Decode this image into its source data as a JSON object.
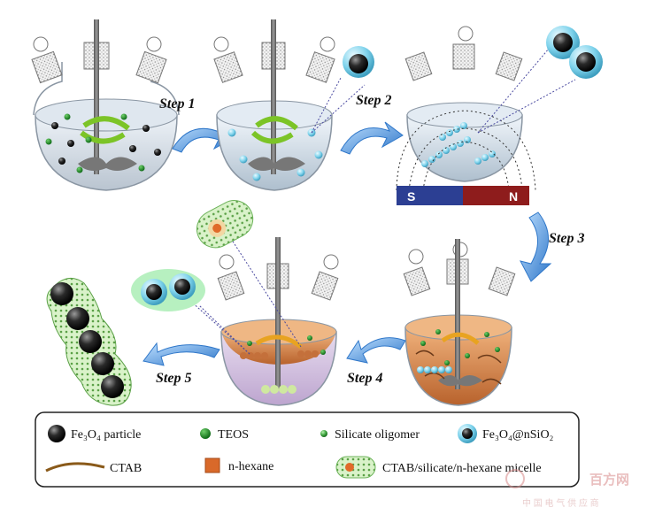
{
  "steps": [
    "Step 1",
    "Step 2",
    "Step 3",
    "Step 4",
    "Step 5"
  ],
  "magnet": {
    "south": "S",
    "north": "N"
  },
  "legend": {
    "fe3o4_particle": "Fe₃O₄ particle",
    "teos": "TEOS",
    "silicate_oligomer": "Silicate oligomer",
    "fe3o4_nsio2": "Fe₃O₄@nSiO₂",
    "ctab": "CTAB",
    "n_hexane": "n-hexane",
    "micelle": "CTAB/silicate/n-hexane micelle"
  },
  "watermark": {
    "main": "百方网",
    "sub": "中 国 电 气 供 应 商"
  },
  "colors": {
    "arrow_blue": "#3a86d8",
    "teos_green": "#1f8a2a",
    "fe3o4_black": "#1a1a1a",
    "silica_cyan": "#7fd3ec",
    "orange_phase": "#d7864a",
    "magnet_south": "#2c3f93",
    "magnet_north": "#8e1c1c"
  }
}
